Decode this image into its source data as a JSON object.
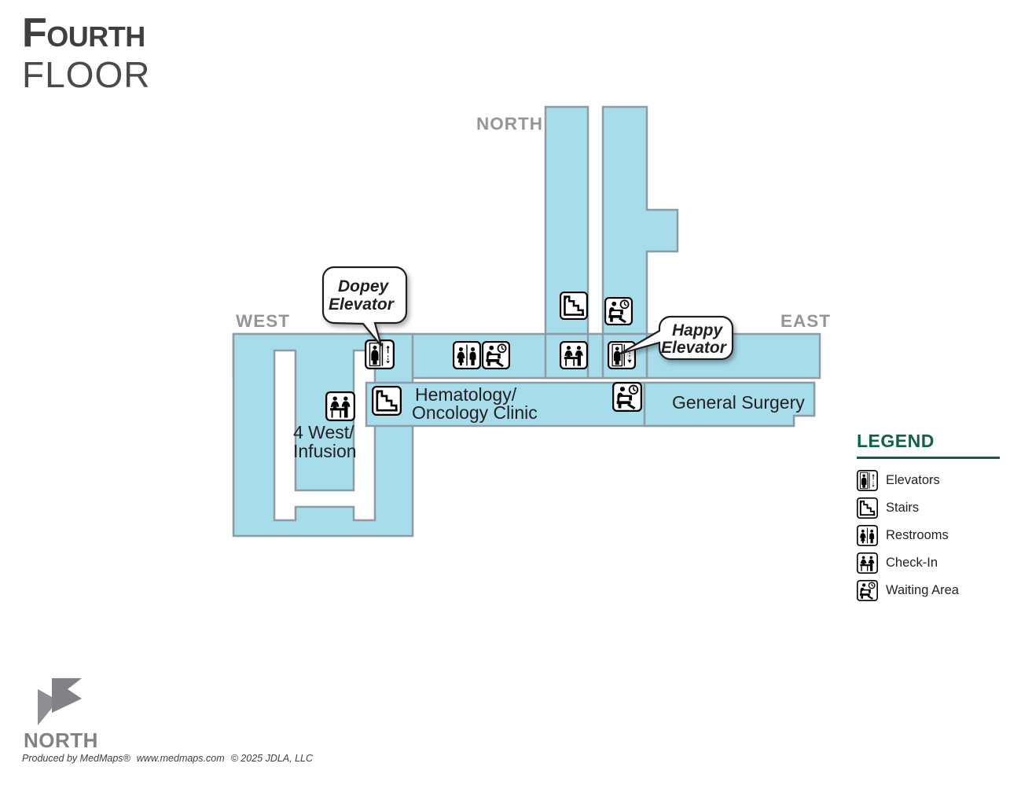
{
  "header": {
    "floor_name": "Fourth",
    "floor_word": "FLOOR"
  },
  "map": {
    "floor_color": "#a7dcea",
    "outline_color": "#8c9ba5",
    "directions": [
      {
        "name": "north",
        "label": "NORTH"
      },
      {
        "name": "west",
        "label": "WEST"
      },
      {
        "name": "east",
        "label": "EAST"
      }
    ],
    "area_labels": [
      {
        "name": "4-west-infusion",
        "line1": "4 West/",
        "line2": "Infusion"
      },
      {
        "name": "hematology-oncology-clinic",
        "line1": "Hematology/",
        "line2": "Oncology Clinic"
      },
      {
        "name": "general-surgery",
        "line1": "General Surgery",
        "line2": ""
      }
    ],
    "callouts": [
      {
        "name": "dopey-elevator",
        "line1": "Dopey",
        "line2": "Elevator"
      },
      {
        "name": "happy-elevator",
        "line1": "Happy",
        "line2": "Elevator"
      }
    ],
    "icons": [
      {
        "name": "elevator-dopey",
        "type": "elevator"
      },
      {
        "name": "restrooms-main-corridor",
        "type": "restrooms"
      },
      {
        "name": "waiting-area-main-corridor",
        "type": "waiting"
      },
      {
        "name": "stairs-north-wing",
        "type": "stairs"
      },
      {
        "name": "waiting-area-north-wing",
        "type": "waiting"
      },
      {
        "name": "check-in-central",
        "type": "checkin"
      },
      {
        "name": "elevator-happy",
        "type": "elevator"
      },
      {
        "name": "check-in-4-west",
        "type": "checkin"
      },
      {
        "name": "stairs-hematology",
        "type": "stairs"
      },
      {
        "name": "waiting-area-general-surgery",
        "type": "waiting"
      }
    ]
  },
  "legend": {
    "title": "LEGEND",
    "accent_color": "#11604a",
    "items": [
      {
        "icon": "elevator-icon",
        "label": "Elevators"
      },
      {
        "icon": "stairs-icon",
        "label": "Stairs"
      },
      {
        "icon": "restrooms-icon",
        "label": "Restrooms"
      },
      {
        "icon": "check-in-icon",
        "label": "Check-In"
      },
      {
        "icon": "waiting-area-icon",
        "label": "Waiting Area"
      }
    ]
  },
  "compass": {
    "label": "NORTH"
  },
  "footer": {
    "producer": "Produced by MedMaps®",
    "website": "www.medmaps.com",
    "copyright": "© 2025 JDLA, LLC"
  }
}
